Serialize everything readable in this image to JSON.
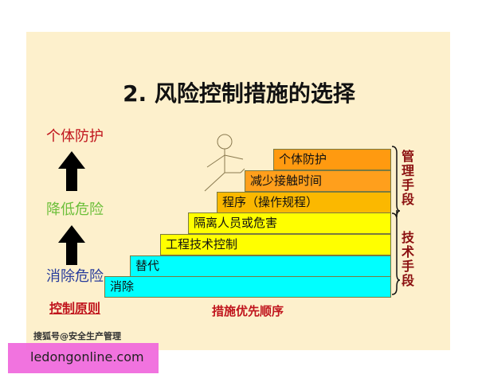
{
  "title": "2. 风险控制措施的选择",
  "principles": {
    "top": "个体防护",
    "middle": "降低危险",
    "bottom": "消除危险",
    "caption": "控制原则"
  },
  "steps": [
    {
      "label": "消除",
      "color": "#00ffff"
    },
    {
      "label": "替代",
      "color": "#00ffff"
    },
    {
      "label": "工程技术控制",
      "color": "#ffff00"
    },
    {
      "label": "隔离人员或危害",
      "color": "#ffff00"
    },
    {
      "label": "程序（操作规程）",
      "color": "#fbb800"
    },
    {
      "label": "减少接触时间",
      "color": "#ff9f1c"
    },
    {
      "label": "个体防护",
      "color": "#ff9a10"
    }
  ],
  "groups": {
    "management": "管理手段",
    "technical": "技术手段"
  },
  "steps_caption": "措施优先顺序",
  "watermark": "搜狐号@安全生产管理",
  "banner": "ledongonline.com",
  "colors": {
    "red": "#c0141c",
    "green": "#6cbf3a",
    "blue": "#283c9c",
    "background": "#fdf0cc"
  }
}
